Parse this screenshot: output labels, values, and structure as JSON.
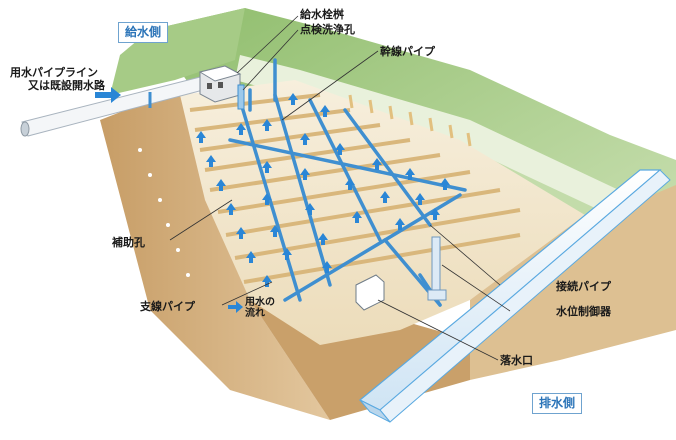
{
  "labels": {
    "supply_side": "給水側",
    "drain_side": "排水側",
    "inlet_line1": "用水パイプライン",
    "inlet_line2": "又は既設開水路",
    "supply_valve": "給水栓桝",
    "inspection_hole": "点検洗浄孔",
    "main_pipe": "幹線パイプ",
    "auxiliary_hole": "補助孔",
    "branch_pipe": "支線パイプ",
    "flow_legend_1": "用水の",
    "flow_legend_2": "流れ",
    "connection_pipe": "接続パイプ",
    "water_level_controller": "水位制御器",
    "drop_outlet": "落水口"
  },
  "colors": {
    "pipe": "#3f8fd0",
    "arrow": "#2a86d6",
    "channel_border": "#5aa9e0",
    "soil": "#d8b98e",
    "grass": "#a9c98a",
    "field": "#f2e7cf"
  }
}
